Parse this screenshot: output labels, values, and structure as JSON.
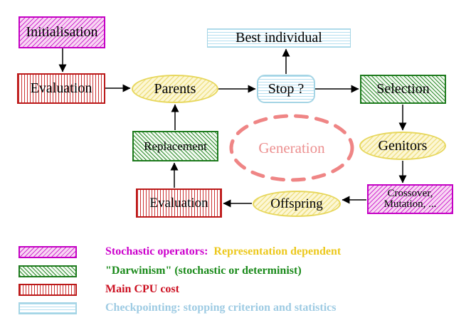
{
  "diagram": {
    "nodes": {
      "initialisation": {
        "label": "Initialisation"
      },
      "best_individual": {
        "label": "Best individual"
      },
      "evaluation_top": {
        "label": "Evaluation"
      },
      "parents": {
        "label": "Parents"
      },
      "stop": {
        "label": "Stop ?"
      },
      "selection": {
        "label": "Selection"
      },
      "replacement": {
        "label": "Replacement"
      },
      "generation": {
        "label": "Generation"
      },
      "genitors": {
        "label": "Genitors"
      },
      "crossover": {
        "label_line1": "Crossover,",
        "label_line2": "Mutation, ..."
      },
      "evaluation_bottom": {
        "label": "Evaluation"
      },
      "offspring": {
        "label": "Offspring"
      }
    },
    "colors": {
      "stochastic_magenta": "#cc00cc",
      "darwinism_green": "#1d7a1d",
      "cpu_red": "#bb1919",
      "checkpoint_cyan": "#a5d5e5",
      "population_yellow": "#e7d75c",
      "generation_pink": "#ef8585",
      "arrow_black": "#000000"
    }
  },
  "legend": {
    "items": [
      {
        "swatch": "magenta-diagonal-hatch",
        "label": "Stochastic operators:",
        "label2": "  Representation dependent"
      },
      {
        "swatch": "green-diagonal-hatch",
        "label": "\"Darwinism\" (stochastic or determinist)"
      },
      {
        "swatch": "red-vertical-stripes",
        "label": "Main CPU cost"
      },
      {
        "swatch": "cyan-horizontal-stripes",
        "label": "Checkpointing: stopping criterion and statistics"
      }
    ]
  }
}
